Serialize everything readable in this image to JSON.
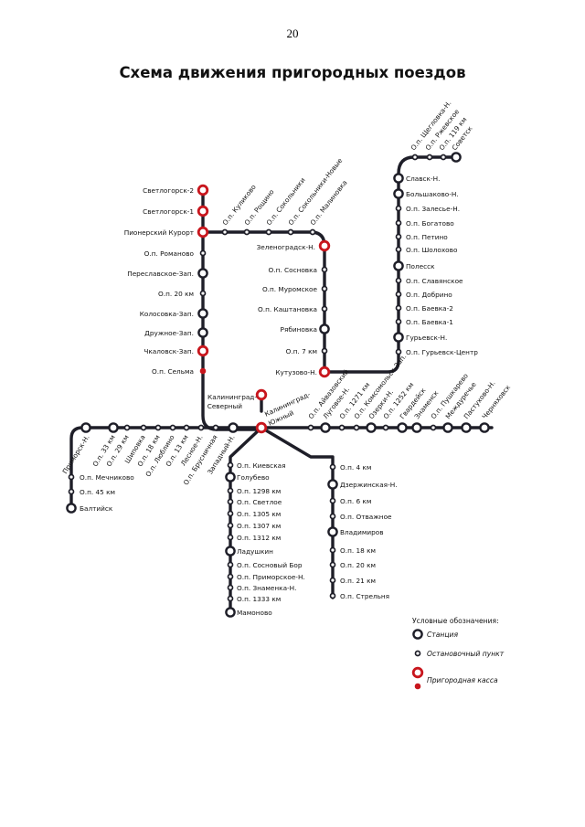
{
  "page_number": "20",
  "title": "Схема движения пригородных поездов",
  "legend": {
    "heading": "Условные обозначения:",
    "items": [
      {
        "symbol": "station",
        "label": "Станция"
      },
      {
        "symbol": "stop",
        "label": "Остановочный пункт"
      },
      {
        "symbol": "ticket-office",
        "label": "Пригородная касса"
      }
    ]
  },
  "colors": {
    "line": "#1e1e28",
    "ticket_office": "#c8161d"
  },
  "lines": {
    "west_ring_side": [
      "Светлогорск-2",
      "Светлогорск-1",
      "Пионерский Курорт",
      "О.п. Романово",
      "Переславское-Зап.",
      "О.п. 20 км",
      "Колосовка-Зап.",
      "Дружное-Зап.",
      "Чкаловск-Зап.",
      "О.п. Сельма",
      "Калининград-Северный"
    ],
    "ring_top": [
      "Пионерский Курорт",
      "О.п. Куликово",
      "О.п. Рощино",
      "О.п. Сокольники",
      "О.п. Сокольники-Новые",
      "О.п. Малиновка",
      "Зеленоградск-Н."
    ],
    "ring_east_side": [
      "Зеленоградск-Н.",
      "О.п. Сосновка",
      "О.п. Муромское",
      "О.п. Каштановка",
      "Рябиновка",
      "О.п. 7 км",
      "Кутузово-Н."
    ],
    "sovetsk_line": [
      "Кутузово-Н.",
      "Гурьевск-Н.",
      "О.п. Гурьевск-Центр",
      "О.п. Баевка-1",
      "О.п. Баевка-2",
      "О.п. Добрино",
      "О.п. Славянское",
      "Полесск",
      "О.п. Шолохово",
      "О.п. Петино",
      "О.п. Богатово",
      "О.п. Залесье-Н.",
      "Большаково-Н.",
      "Славск-Н.",
      "О.п. Щегловка-Н.",
      "О.п. Ржевское",
      "О.п. 119 км",
      "Советск"
    ],
    "west_line": [
      "Калининград-Южный",
      "Западный-Н.",
      "О.п. Брусничная",
      "Лесное-Н.",
      "О.п. 13 км",
      "О.п. Люблино",
      "О.п. 18 км",
      "Шиповка",
      "О.п. 29 км",
      "О.п. 33 км",
      "Приморск-Н.",
      "О.п. Мечниково",
      "О.п. 45 км",
      "Балтийск"
    ],
    "east_line": [
      "Калининград-Южный",
      "О.п. Айвазовский",
      "Луговое-Н.",
      "О.п. 1271 км",
      "О.п. Комсомольск-Зап.",
      "Озерки-Н.",
      "О.п. 1252 км",
      "Гвардейск",
      "Знаменск",
      "О.п. Пушкарево",
      "Междуречье",
      "Пастухово-Н.",
      "Черняховск"
    ],
    "mamonovo_line": [
      "Калининград-Южный",
      "О.п. Киевская",
      "Голубево",
      "О.п. 1298 км",
      "О.п. Светлое",
      "О.п. 1305 км",
      "О.п. 1307 км",
      "О.п. 1312 км",
      "Ладушкин",
      "О.п. Сосновый Бор",
      "О.п. Приморское-Н.",
      "О.п. Знаменка-Н.",
      "О.п. 1333 км",
      "Мамоново"
    ],
    "chernyakhovsk_branch": [
      "Калининград-Южный",
      "О.п. 4 км",
      "Дзержинская-Н.",
      "О.п. 6 км",
      "О.п. Отважное",
      "Владимиров",
      "О.п. 18 км",
      "О.п. 20 км",
      "О.п. 21 км",
      "О.п. Стрельня"
    ]
  }
}
